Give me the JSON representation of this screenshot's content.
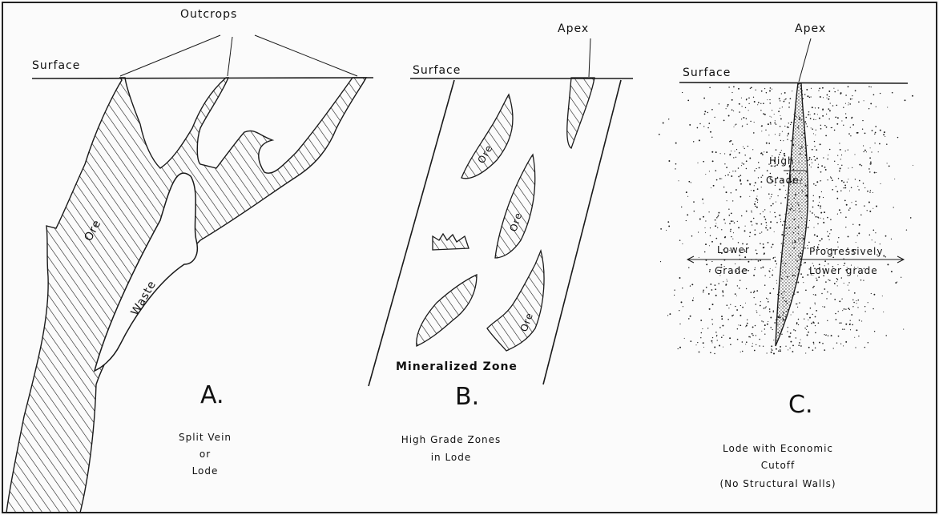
{
  "panel_a": {
    "surface_label": "Surface",
    "outcrops_label": "Outcrops",
    "ore_label": "Ore",
    "waste_label": "Waste",
    "letter": "A.",
    "caption_line1": "Split Vein",
    "caption_line2": "or",
    "caption_line3": "Lode"
  },
  "panel_b": {
    "surface_label": "Surface",
    "apex_label": "Apex",
    "ore_label_1": "Ore",
    "ore_label_2": "Ore",
    "ore_label_3": "Ore",
    "zone_label": "Mineralized  Zone",
    "letter": "B.",
    "caption_line1": "High Grade Zones",
    "caption_line2": "in Lode"
  },
  "panel_c": {
    "surface_label": "Surface",
    "apex_label": "Apex",
    "high_grade_line1": "High",
    "high_grade_line2": "Grade",
    "lower_grade_line1": "Lower",
    "lower_grade_line2": "Grade",
    "progressive_line1": "Progressively",
    "progressive_line2": "Lower grade",
    "letter": "C.",
    "caption_line1": "Lode with Economic",
    "caption_line2": "Cutoff",
    "caption_line3": "(No Structural Walls)"
  },
  "colors": {
    "ink": "#1a1a1a",
    "paper": "#fbfbfb"
  }
}
